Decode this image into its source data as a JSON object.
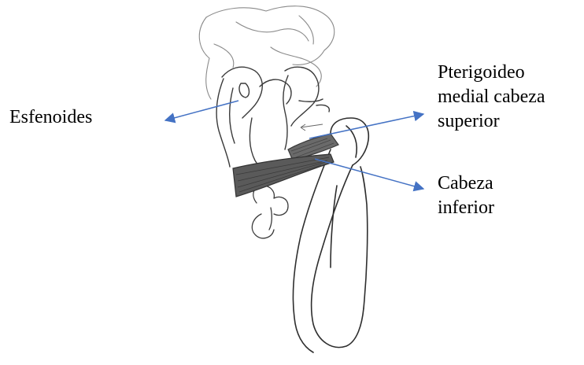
{
  "labels": {
    "esfenoides": "Esfenoides",
    "pterigoideo": {
      "line1": "Pterigoideo",
      "line2": "medial cabeza",
      "line3": "superior"
    },
    "cabeza_inferior": {
      "line1": "Cabeza",
      "line2": "inferior"
    }
  },
  "colors": {
    "arrow": "#4472C4",
    "pencil": "#3a3a3a",
    "shading": "#5a5a5a"
  }
}
